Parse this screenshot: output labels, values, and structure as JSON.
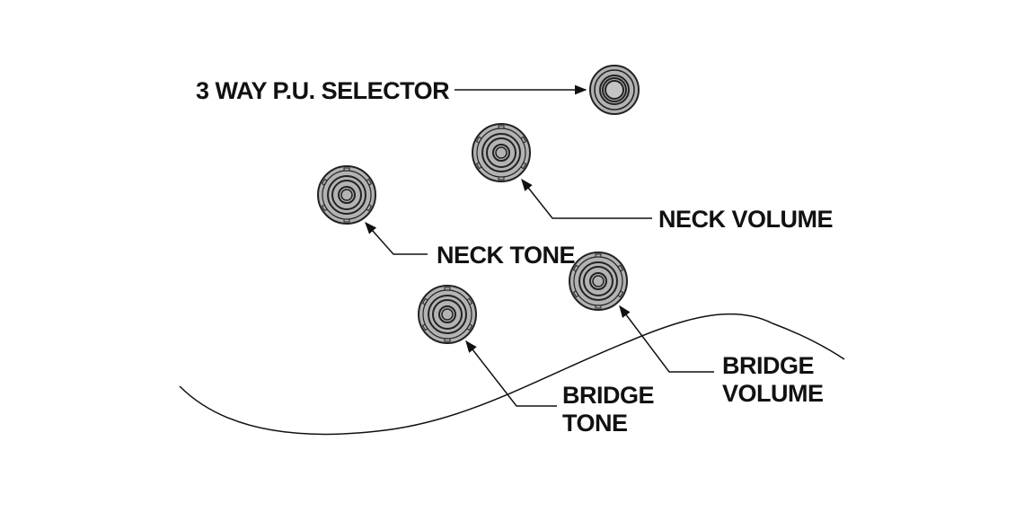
{
  "diagram": {
    "labels": {
      "selector": "3 WAY P.U. SELECTOR",
      "neck_volume": "NECK VOLUME",
      "neck_tone": "NECK TONE",
      "bridge_volume_1": "BRIDGE",
      "bridge_volume_2": "VOLUME",
      "bridge_tone_1": "BRIDGE",
      "bridge_tone_2": "TONE"
    },
    "colors": {
      "knob_fill": "#b3b3b3",
      "line": "#111111"
    }
  }
}
